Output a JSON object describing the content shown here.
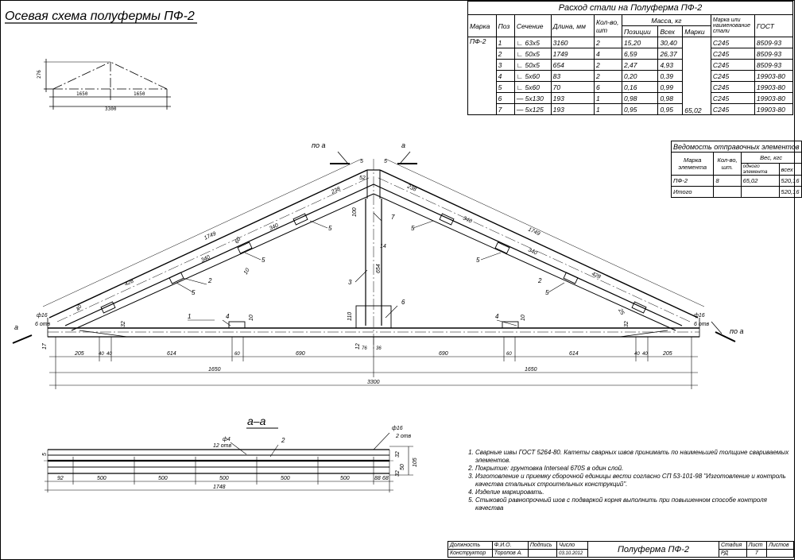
{
  "main_title": "Осевая схема полуфермы ПФ-2",
  "section_title": "а–а",
  "scheme": {
    "height": "276",
    "half_left": "1650",
    "half_right": "1650",
    "total": "3300"
  },
  "steel_table": {
    "title": "Расход стали на Полуферма ПФ-2",
    "headers": {
      "mark": "Марка",
      "pos": "Поз",
      "section": "Сечение",
      "length": "Длина, мм",
      "qty": "Кол-во, шт",
      "mass": "Масса, кг",
      "mass_pos": "Позиции",
      "mass_all": "Всех",
      "mass_mark": "Марки",
      "steel": "Марка или наименование стали",
      "gost": "ГОСТ"
    },
    "mark": "ПФ-2",
    "mark_total": "65,02",
    "rows": [
      {
        "pos": "1",
        "section": "∟ 63х5",
        "length": "3160",
        "qty": "2",
        "mass_pos": "15,20",
        "mass_all": "30,40",
        "steel": "С245",
        "gost": "8509-93"
      },
      {
        "pos": "2",
        "section": "∟ 50х5",
        "length": "1749",
        "qty": "4",
        "mass_pos": "6,59",
        "mass_all": "26,37",
        "steel": "С245",
        "gost": "8509-93"
      },
      {
        "pos": "3",
        "section": "∟ 50х5",
        "length": "654",
        "qty": "2",
        "mass_pos": "2,47",
        "mass_all": "4,93",
        "steel": "С245",
        "gost": "8509-93"
      },
      {
        "pos": "4",
        "section": "∟ 5х60",
        "length": "83",
        "qty": "2",
        "mass_pos": "0,20",
        "mass_all": "0,39",
        "steel": "С245",
        "gost": "19903-80"
      },
      {
        "pos": "5",
        "section": "∟ 5х60",
        "length": "70",
        "qty": "6",
        "mass_pos": "0,16",
        "mass_all": "0,99",
        "steel": "С245",
        "gost": "19903-80"
      },
      {
        "pos": "6",
        "section": "— 5х130",
        "length": "193",
        "qty": "1",
        "mass_pos": "0,98",
        "mass_all": "0,98",
        "steel": "С245",
        "gost": "19903-80"
      },
      {
        "pos": "7",
        "section": "— 5х125",
        "length": "193",
        "qty": "1",
        "mass_pos": "0,95",
        "mass_all": "0,95",
        "steel": "С245",
        "gost": "19903-80"
      }
    ]
  },
  "ship_table": {
    "title": "Ведомость отправочных элементов",
    "headers": {
      "mark": "Марка элемента",
      "qty": "Кол-во, шт.",
      "weight": "Вес, кгс",
      "one": "одного элемента",
      "all": "всех"
    },
    "rows": [
      {
        "mark": "ПФ-2",
        "qty": "8",
        "one": "65,02",
        "all": "520,16"
      },
      {
        "mark": "Итого",
        "qty": "",
        "one": "",
        "all": "520,16"
      }
    ]
  },
  "notes": [
    "Сварные швы ГОСТ 5264-80. Катеты сварных швов принимать по наименьшей толщине свариваемых элементов.",
    "Покрытие: грунтовка Interseal 670S в один слой.",
    "Изготовление и приемку сборочной единицы вести согласно СП 53-101-98 \"Изготовление и контроль качества стальных строительных конструкций\".",
    "Изделие маркировать.",
    "Стыковой равнопрочный шов с подваркой корня выполнить при повышенном способе контроля качества"
  ],
  "stamp": {
    "post": "Должность",
    "fio": "Ф.И.О.",
    "sign": "Подпись",
    "date": "Число",
    "role": "Конструктор",
    "name": "Торопов А.",
    "date_val": "03.10.2012",
    "doc_title": "Полуферма ПФ-2",
    "stage_h": "Стадия",
    "sheet_h": "Лист",
    "sheets_h": "Листов",
    "stage": "РД",
    "sheet": "7",
    "sheets": ""
  },
  "truss": {
    "view_label_left": "по а",
    "view_label_right": "по а",
    "section_a": "а",
    "bottom_chord_dims": [
      "205",
      "614",
      "690",
      "690",
      "614",
      "205"
    ],
    "halves": [
      "1650",
      "1650"
    ],
    "total": "3300",
    "left_chord_labels": [
      "1749",
      "428",
      "340",
      "340",
      "238"
    ],
    "right_chord_labels": [
      "238",
      "340",
      "340",
      "1749",
      "428"
    ],
    "hole_left": "ф16",
    "hole_right": "ф16",
    "holes_count_left": "6 отв",
    "holes_count_right": "6 отв",
    "post_len": "654",
    "post_dim_top": "100",
    "post_dim_bot": "110",
    "ap_dim": "5",
    "weld": "14",
    "bottom_small": [
      "40",
      "40",
      "60",
      "76",
      "36",
      "60",
      "40",
      "40"
    ],
    "labels_misc": [
      "32",
      "10",
      "12",
      "17",
      "10",
      "32",
      "52",
      "10",
      "40",
      "60",
      "25"
    ],
    "pos_labels": {
      "p1": "1",
      "p2": "2",
      "p3": "3",
      "p4": "4",
      "p5": "5",
      "p6": "6",
      "p7": "7"
    }
  },
  "section_view": {
    "hole_small": "ф4",
    "hole_small_count": "12 отв",
    "hole_big": "ф16",
    "hole_big_count": "2 отв",
    "pos": "2",
    "dims": [
      "92",
      "500",
      "500",
      "500",
      "500",
      "500",
      "88",
      "68"
    ],
    "total": "1748",
    "right_dims": [
      "32",
      "50",
      "32",
      "105"
    ],
    "left_small": "5"
  }
}
